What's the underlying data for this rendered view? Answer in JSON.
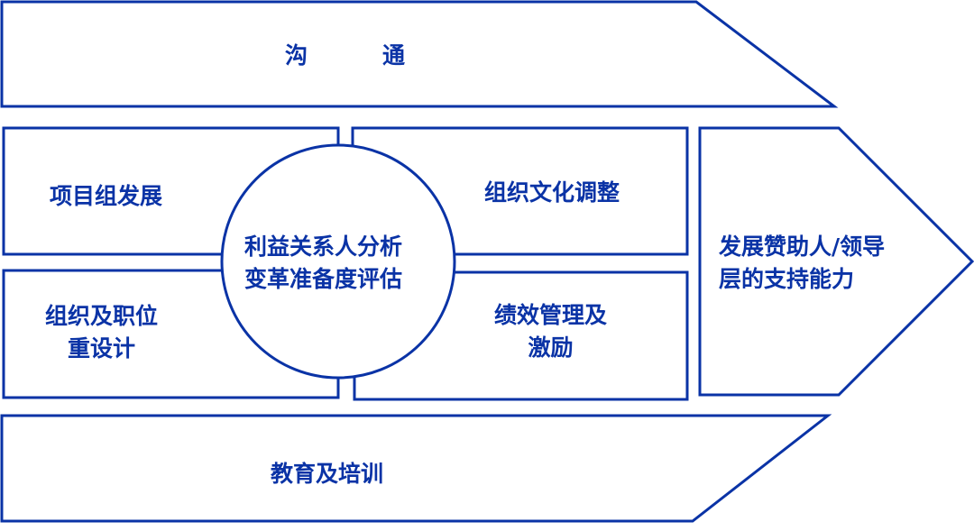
{
  "colors": {
    "stroke": "#0a33a6",
    "text": "#0a33a6"
  },
  "top_arrow": {
    "char1": "沟",
    "char2": "通"
  },
  "boxes": {
    "top_left": "项目组发展",
    "bottom_left": [
      "组织及职位",
      "重设计"
    ],
    "top_right": "组织文化调整",
    "bottom_right": [
      "绩效管理及",
      "激励"
    ]
  },
  "circle": [
    "利益关系人分析",
    "变革准备度评估"
  ],
  "right_arrow": [
    "发展赞助人/领导",
    "层的支持能力"
  ],
  "bottom_arrow": "教育及培训"
}
